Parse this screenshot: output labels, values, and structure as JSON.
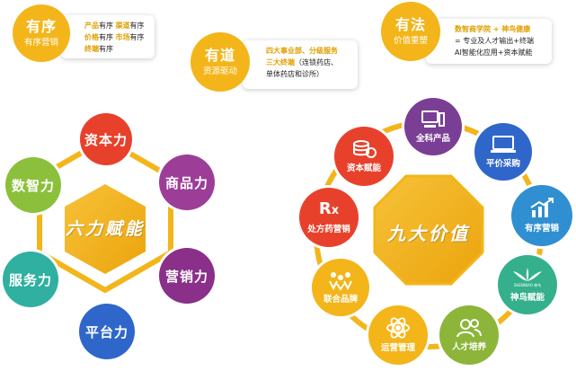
{
  "top": {
    "youxu": {
      "title": "有序",
      "sub": "有序营销",
      "lines": [
        {
          "a": "产品",
          "b": "有序",
          "c": "渠道",
          "d": "有序"
        },
        {
          "a": "价格",
          "b": "有序",
          "c": "市场",
          "d": "有序"
        },
        {
          "a": "终端",
          "b": "有序",
          "c": "",
          "d": ""
        }
      ]
    },
    "youdao": {
      "title": "有道",
      "sub": "资源驱动",
      "line1": "四大事业部、分级服务",
      "line2a": "三大终端",
      "line2b": "（连锁药店、",
      "line3": "单体药店和诊所）"
    },
    "youfa": {
      "title": "有法",
      "sub": "价值重塑",
      "line1": "数智商学院 + 神鸟健康",
      "line2": "= 专业及人才输出+终端",
      "line3": "AI智能化应用+资本赋能"
    }
  },
  "left": {
    "center": "六力赋能",
    "items": [
      {
        "label": "资本力",
        "color": "#e8412b"
      },
      {
        "label": "商品力",
        "color": "#9c3e97"
      },
      {
        "label": "营销力",
        "color": "#8a2f8a"
      },
      {
        "label": "平台力",
        "color": "#2f66c9"
      },
      {
        "label": "服务力",
        "color": "#2fb0a1"
      },
      {
        "label": "数智力",
        "color": "#8cc03c"
      }
    ]
  },
  "right": {
    "center": "九大价值",
    "items": [
      {
        "label": "全科产品",
        "icon": "computer-icon",
        "color": "#7b3e95"
      },
      {
        "label": "平价采购",
        "icon": "laptop-icon",
        "color": "#2f66c9"
      },
      {
        "label": "有序营销",
        "icon": "growth-chart-icon",
        "color": "#2f8fd0"
      },
      {
        "label": "神鸟赋能",
        "icon": "shenniao-logo-icon",
        "color": "#35b08c"
      },
      {
        "label": "人才培养",
        "icon": "people-icon",
        "color": "#8cb53a"
      },
      {
        "label": "运营管理",
        "icon": "atom-icon",
        "color": "#f3b51a"
      },
      {
        "label": "联合品牌",
        "icon": "brand-people-icon",
        "color": "#f3b51a"
      },
      {
        "label": "处方药营销",
        "icon": "rx-icon",
        "color": "#e8412b"
      },
      {
        "label": "资本赋能",
        "icon": "coins-icon",
        "color": "#e8412b"
      }
    ],
    "shenniao_caption": "SHENNIAO 神鸟"
  }
}
